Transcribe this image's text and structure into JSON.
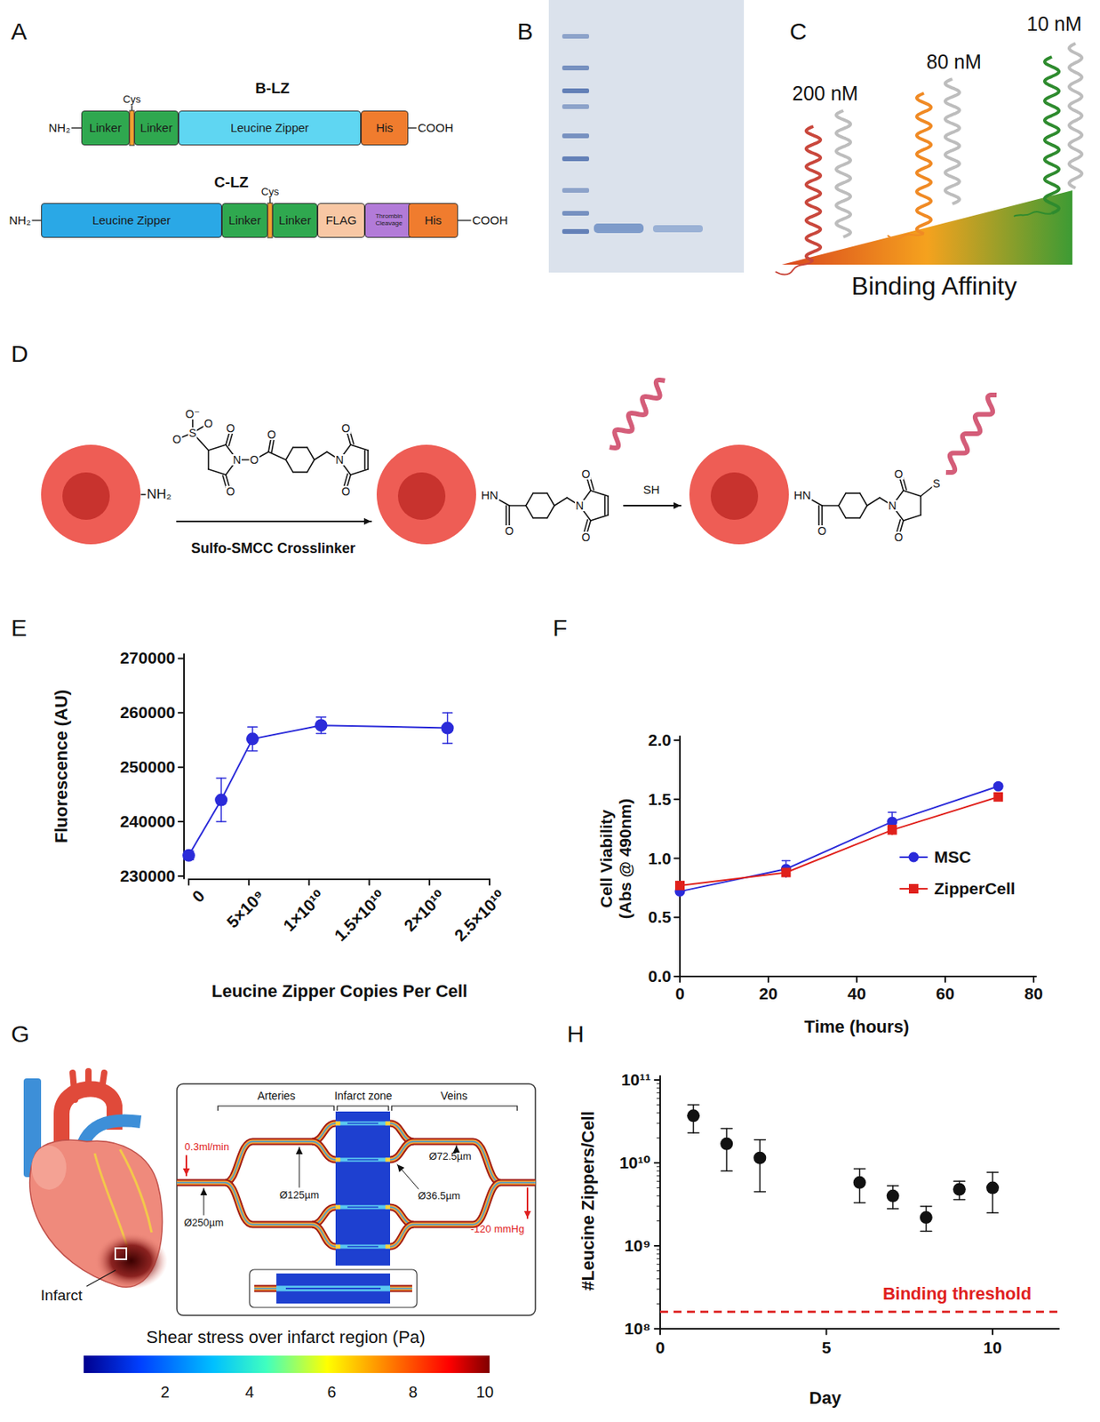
{
  "diagram": {
    "nodes": [
      {
        "text": [
          "Linker"
        ]
      },
      {
        "text": [
          "Linker"
        ]
      },
      {
        "text": [
          "Leucine Zipper"
        ]
      },
      {
        "text": [
          "His"
        ]
      },
      {
        "text": [
          "Leucine Zipper"
        ]
      },
      {
        "text": [
          "Linker"
        ]
      },
      {
        "text": [
          "Linker"
        ]
      },
      {
        "text": [
          "FLAG"
        ]
      },
      {
        "text": [
          "Thrombin Cleavage"
        ]
      },
      {
        "text": [
          "His"
        ]
      }
    ],
    "labels": [
      "A",
      "B-LZ",
      "Cys",
      "NH₂",
      "COOH",
      "C-LZ",
      "Cys",
      "NH₂",
      "COOH",
      "B",
      "C",
      "200 nM",
      "80 nM",
      "10 nM",
      "Binding Affinity",
      "D",
      "NH₂",
      "O⁻",
      "O",
      "S",
      "O",
      "O",
      "N",
      "O",
      "O",
      "O",
      "N",
      "O",
      "O",
      "Sulfo-SMCC Crosslinker",
      "HN",
      "O",
      "N",
      "O",
      "O",
      "SH",
      "HN",
      "O",
      "N",
      "O",
      "O",
      "S",
      "E",
      "270000",
      "260000",
      "250000",
      "240000",
      "230000",
      "0",
      "5×10⁹",
      "1×10¹⁰",
      "1.5×10¹⁰",
      "2×10¹⁰",
      "2.5×10¹⁰",
      "Fluorescence (AU)",
      "Leucine Zipper Copies Per Cell",
      "F",
      "2.0",
      "1.5",
      "1.0",
      "0.5",
      "0.0",
      "0",
      "20",
      "40",
      "60",
      "80",
      "Cell Viability (Abs @ 490nm)",
      "Time (hours)",
      "G",
      "Arteries",
      "Infarct zone",
      "Veins",
      "0.3ml/min",
      "Ø125µm",
      "Ø250µm",
      "Ø72.5µm",
      "Ø36.5µm",
      "-120 mmHg",
      "Infarct",
      "Shear stress over infarct region (Pa)",
      "2",
      "4",
      "6",
      "8",
      "10",
      "H",
      "10¹¹",
      "10¹⁰",
      "10⁹",
      "10⁸",
      "0",
      "5",
      "10",
      "#Leucine Zippers/Cell",
      "Day",
      "Binding threshold"
    ],
    "legend": [
      {
        "text": "MSC"
      },
      {
        "text": "ZipperCell"
      }
    ]
  }
}
